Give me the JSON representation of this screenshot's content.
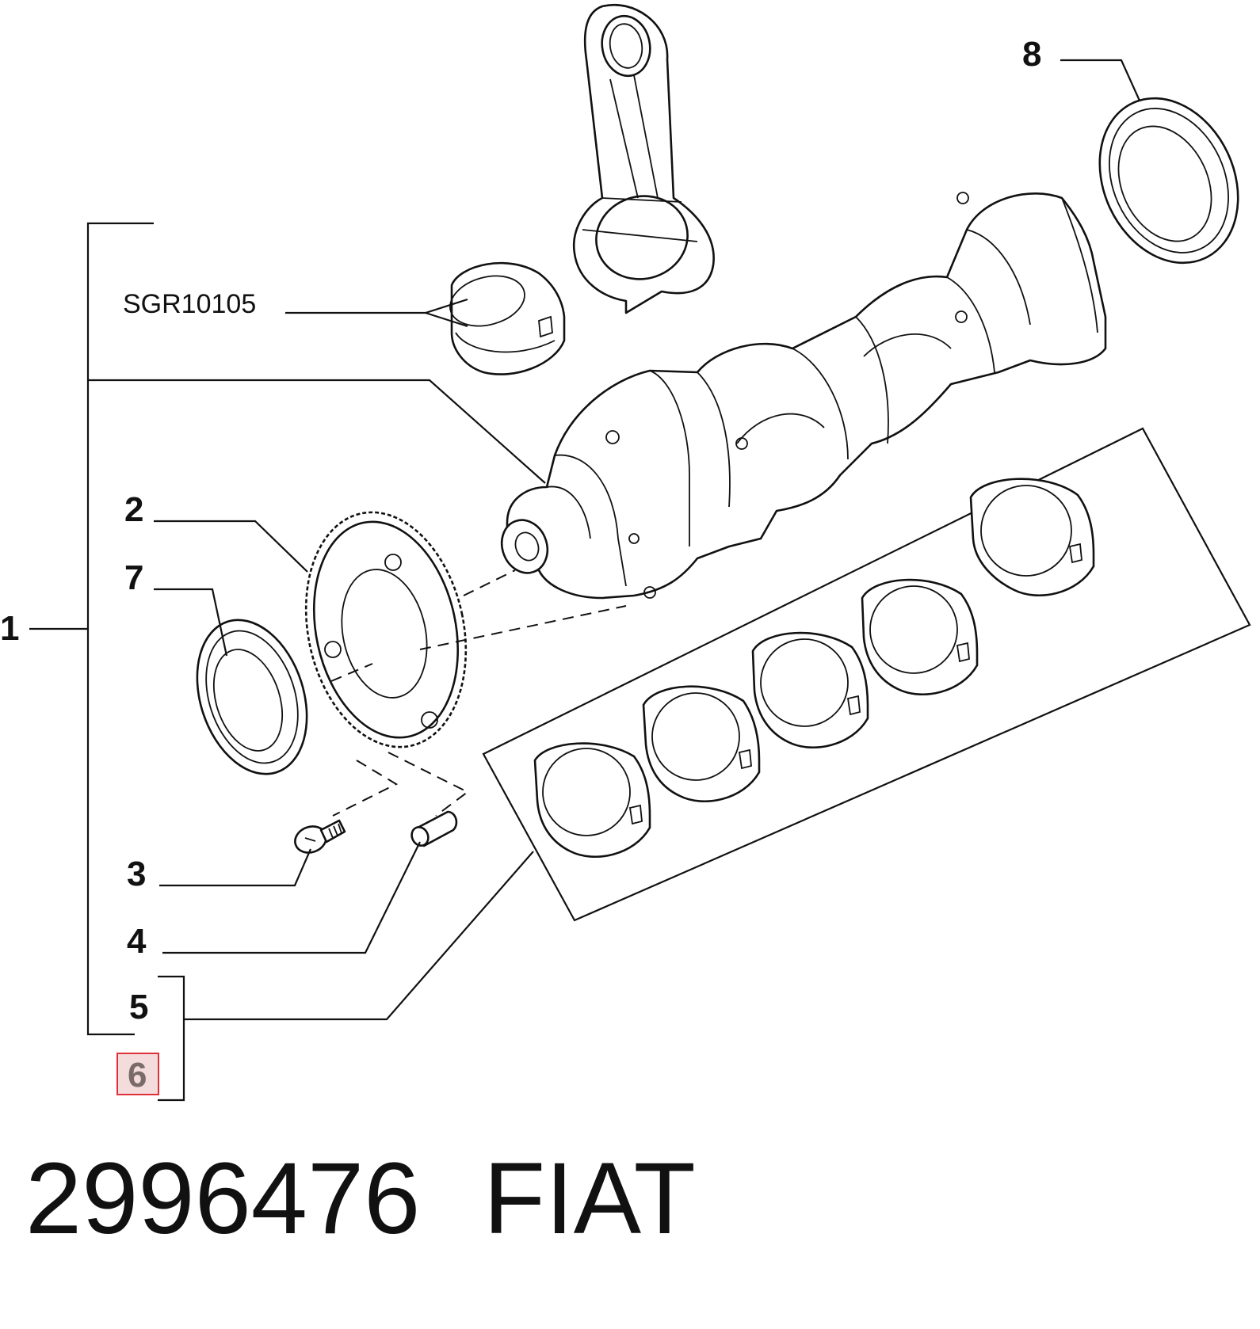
{
  "callouts": {
    "c1": "1",
    "c2": "2",
    "c3": "3",
    "c4": "4",
    "c5": "5",
    "c6": "6",
    "c7": "7",
    "c8": "8"
  },
  "reference_label": "SGR10105",
  "highlighted_callout": "6",
  "highlight_color": "#e0303a",
  "footer": {
    "part_number": "2996476",
    "brand": "FIAT"
  },
  "icons": [
    "connecting-rod",
    "crankshaft",
    "phonic-wheel",
    "oil-seal",
    "screw",
    "dowel-pin",
    "bearing-shells"
  ]
}
